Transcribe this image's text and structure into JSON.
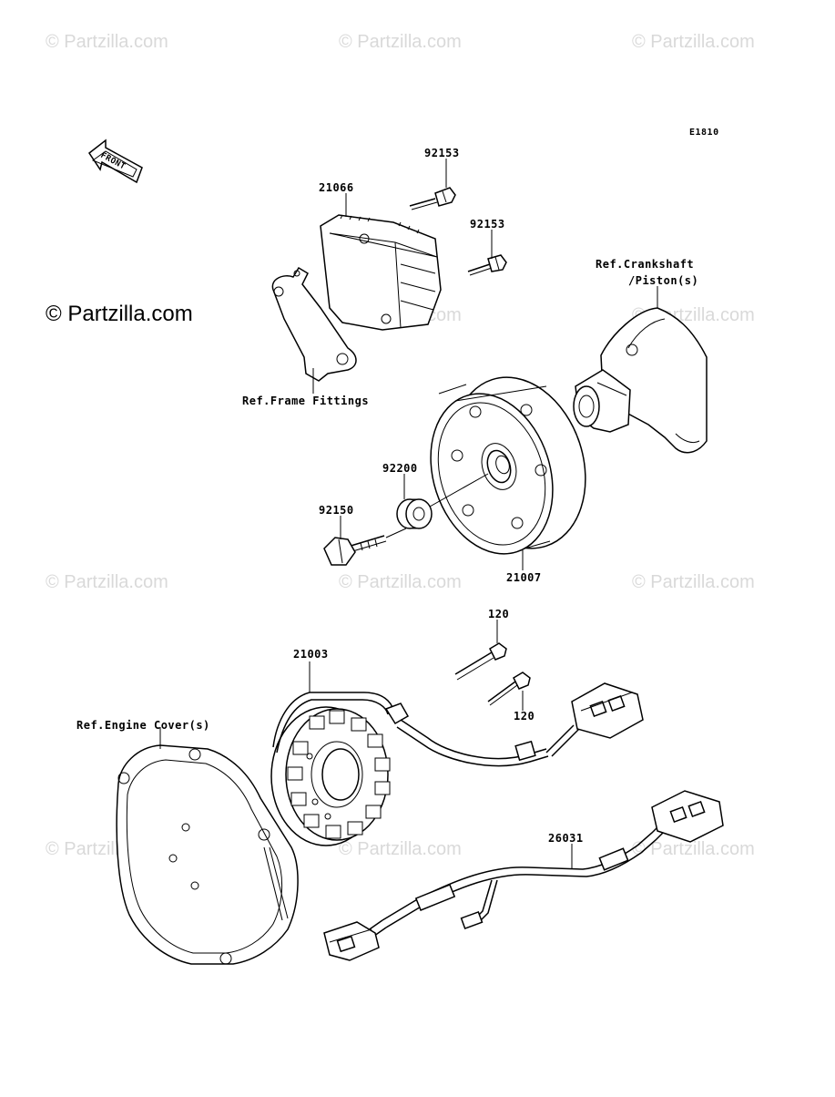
{
  "diagram": {
    "code": "E1810",
    "front_label": "FRONT",
    "copyright_logo": "© Partzilla.com",
    "watermark_text": "© Partzilla.com",
    "parts": {
      "p92153_top": "92153",
      "p21066": "21066",
      "p92153_mid": "92153",
      "ref_crankshaft_1": "Ref.Crankshaft",
      "ref_crankshaft_2": "/Piston(s)",
      "ref_frame": "Ref.Frame Fittings",
      "p92200": "92200",
      "p92150": "92150",
      "p21007": "21007",
      "p120_top": "120",
      "p21003": "21003",
      "p120_bot": "120",
      "ref_engine_cover": "Ref.Engine Cover(s)",
      "p26031": "26031"
    }
  }
}
